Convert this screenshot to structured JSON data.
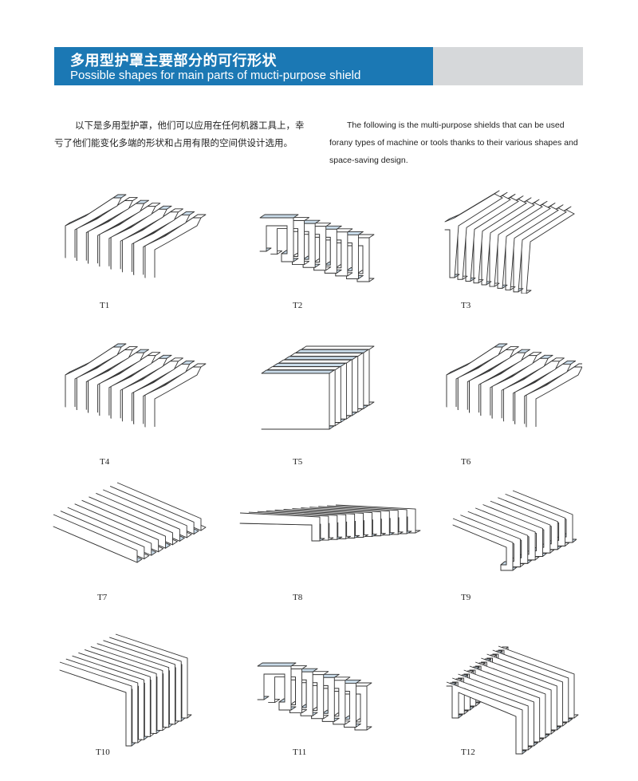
{
  "header": {
    "title_cn": "多用型护罩主要部分的可行形状",
    "title_en": "Possible shapes for main parts of mucti-purpose shield"
  },
  "intro": {
    "cn": "以下是多用型护罩，他们可以应用在任何机器工具上，幸亏了他们能变化多端的形状和占用有限的空间供设计选用。",
    "en": "The following is the multi-purpose shields that can be used forany types of machine or tools thanks to their various shapes and space-saving design."
  },
  "colors": {
    "header_blue": "#1b78b4",
    "header_grey": "#d6d8da",
    "fold_shade": "#c9dbe9"
  },
  "shapes": [
    {
      "label": "T1",
      "icon": "arch-bellows-shield"
    },
    {
      "label": "T2",
      "icon": "c-channel-bellows-shield"
    },
    {
      "label": "T3",
      "icon": "hat-bellows-shield"
    },
    {
      "label": "T4",
      "icon": "arch-bellows-shield"
    },
    {
      "label": "T5",
      "icon": "box-frame-bellows-shield"
    },
    {
      "label": "T6",
      "icon": "arch-bellows-shield"
    },
    {
      "label": "T7",
      "icon": "flat-bellows-shield"
    },
    {
      "label": "T8",
      "icon": "flat-flange-bellows-shield"
    },
    {
      "label": "T9",
      "icon": "l-hook-bellows-shield"
    },
    {
      "label": "T10",
      "icon": "l-drop-bellows-shield"
    },
    {
      "label": "T11",
      "icon": "c-channel-bellows-shield"
    },
    {
      "label": "T12",
      "icon": "u-channel-bellows-shield"
    }
  ]
}
